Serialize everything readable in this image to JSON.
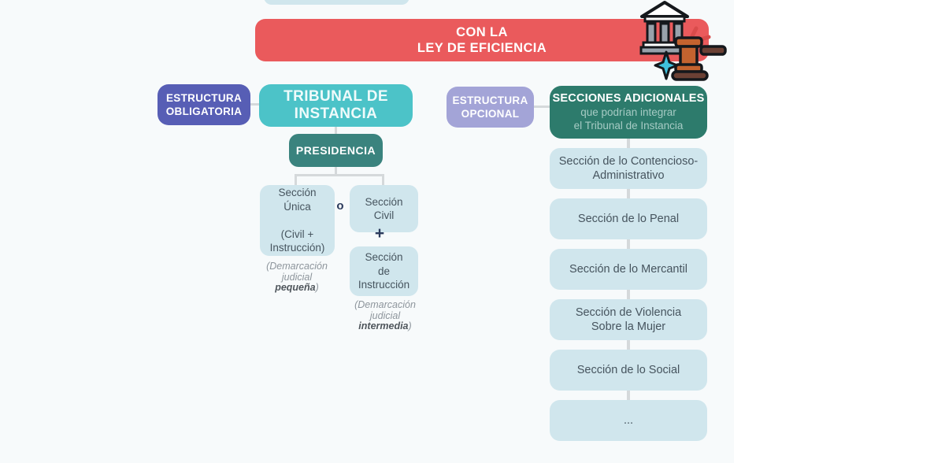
{
  "colors": {
    "background_tint": "#f7fafb",
    "banner_red": "#ea5a5c",
    "obligatoria_purple": "#575eb5",
    "opcional_lavender": "#a3a4d7",
    "tribunal_teal": "#4cc3c8",
    "presidencia_teal_dark": "#3a837e",
    "adicionales_green": "#2d7b6c",
    "section_box_light_blue": "#d0e6ed",
    "section_text": "#46545e",
    "connector_gray": "#d5d9db",
    "symbol_navy": "#2b3a5c",
    "note_gray": "#8d959c"
  },
  "icons": {
    "courthouse_gavel": "courthouse-gavel-icon"
  },
  "banner": {
    "lines": [
      "CON LA",
      "LEY DE EFICIENCIA"
    ]
  },
  "left_branch": {
    "category": [
      "ESTRUCTURA",
      "OBLIGATORIA"
    ],
    "root": [
      "TRIBUNAL DE",
      "INSTANCIA"
    ],
    "presidencia": "PRESIDENCIA",
    "seccion_unica": [
      "Sección",
      "Única",
      "",
      "(Civil +",
      "Instrucción)"
    ],
    "or_symbol": "o",
    "seccion_civil": [
      "Sección",
      "Civil"
    ],
    "plus_symbol": "+",
    "seccion_instruccion": [
      "Sección",
      "de",
      "Instrucción"
    ],
    "note_pequena": {
      "lines": [
        "(Demarcación",
        "judicial"
      ],
      "bold": "pequeña",
      "close": ")"
    },
    "note_intermedia": {
      "lines": [
        "(Demarcación",
        "judicial"
      ],
      "bold": "intermedia",
      "close": ")"
    }
  },
  "right_branch": {
    "category": [
      "ESTRUCTURA",
      "OPCIONAL"
    ],
    "header": {
      "title": "SECCIONES ADICIONALES",
      "subtitle": [
        "que podrían integrar",
        "el Tribunal de Instancia"
      ]
    },
    "sections": [
      [
        "Sección de lo Contencioso-",
        "Administrativo"
      ],
      [
        "Sección de lo Penal"
      ],
      [
        "Sección de lo Mercantil"
      ],
      [
        "Sección de Violencia",
        "Sobre la Mujer"
      ],
      [
        "Sección de lo Social"
      ],
      [
        "..."
      ]
    ]
  }
}
